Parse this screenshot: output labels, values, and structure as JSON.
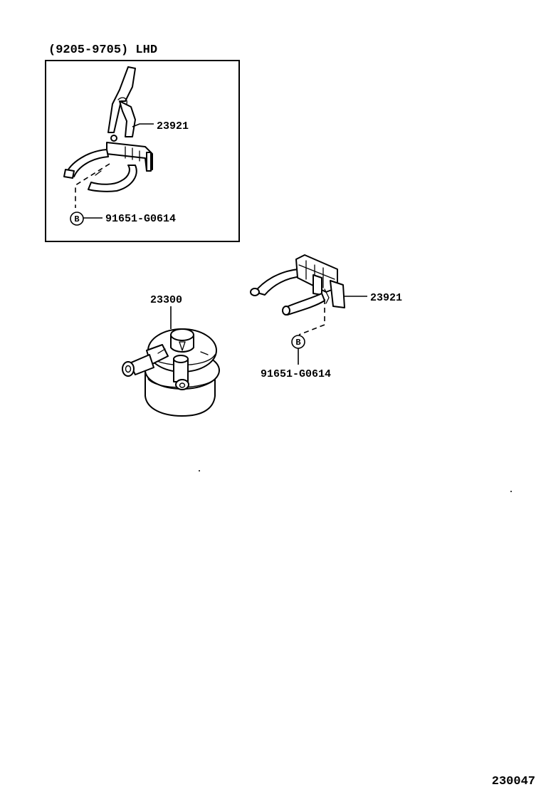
{
  "inset": {
    "title": "(9205-9705) LHD",
    "bracket_part_no": "23921",
    "bolt_badge": "B",
    "bolt_part_no": "91651-G0614"
  },
  "main": {
    "filter_part_no": "23300",
    "bracket_part_no": "23921",
    "bolt_badge": "B",
    "bolt_part_no": "91651-G0614"
  },
  "diagram_id": "230047"
}
